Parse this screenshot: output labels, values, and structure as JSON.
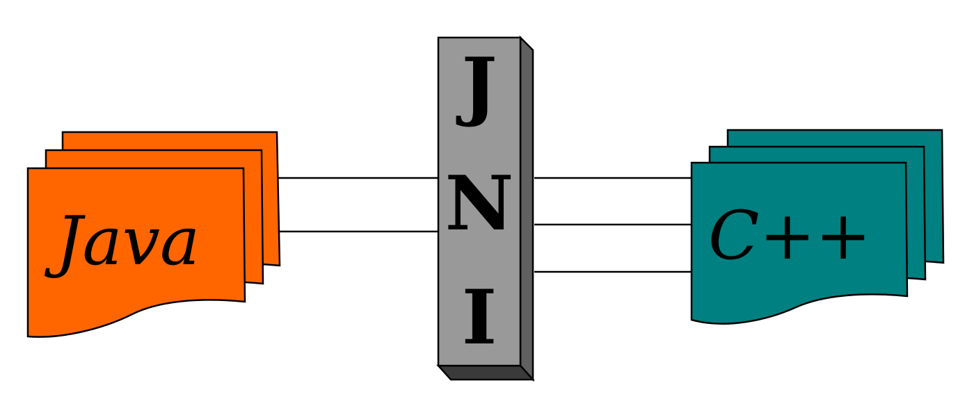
{
  "java_stack": {
    "label": "Java",
    "color": "#ff6600"
  },
  "cpp_stack": {
    "label": "C++",
    "color": "#008080"
  },
  "jni_pillar": {
    "letters": [
      "J",
      "N",
      "I"
    ],
    "front_color": "#999999",
    "side_color": "#606060",
    "bottom_color": "#3a3a3a"
  }
}
